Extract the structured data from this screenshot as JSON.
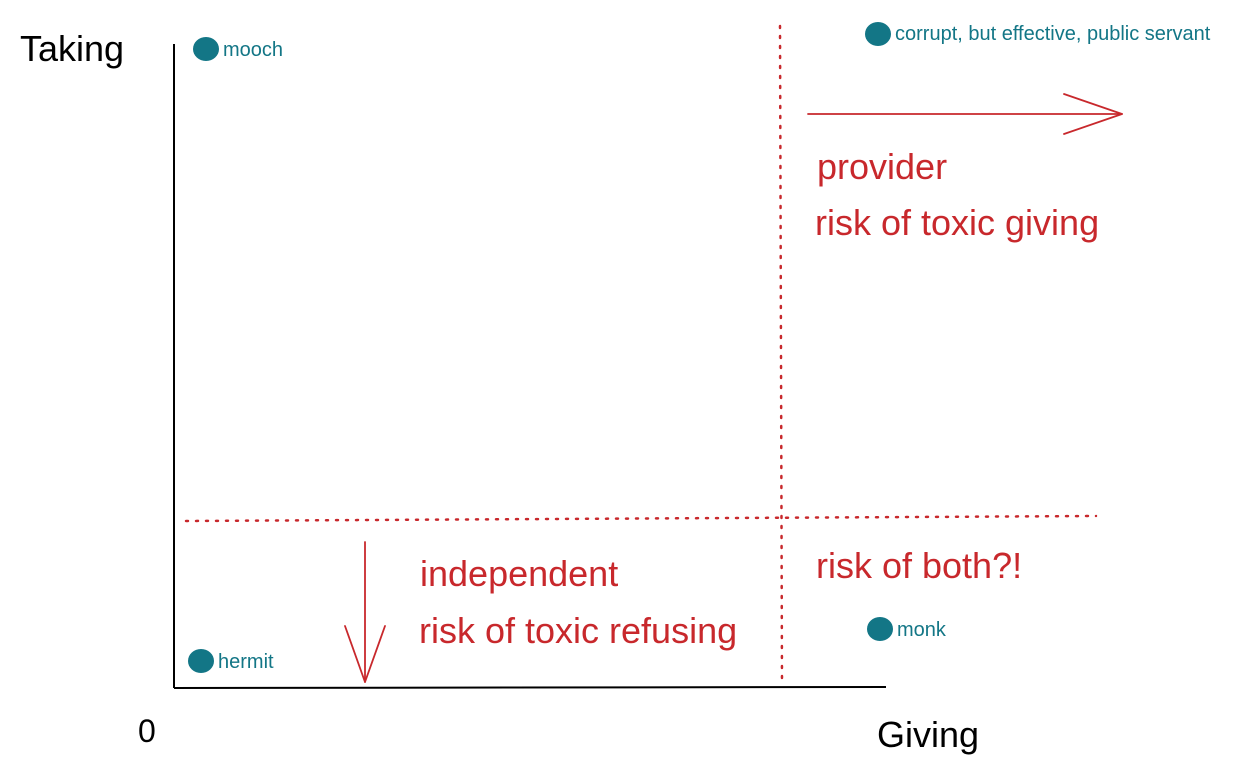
{
  "axes": {
    "y_label": "Taking",
    "x_label": "Giving",
    "origin_label": "0"
  },
  "points": [
    {
      "id": "mooch",
      "label": "mooch"
    },
    {
      "id": "corrupt",
      "label": "corrupt, but effective, public servant"
    },
    {
      "id": "monk",
      "label": "monk"
    },
    {
      "id": "hermit",
      "label": "hermit"
    }
  ],
  "regions": {
    "provider": {
      "title": "provider",
      "risk": "risk of toxic giving"
    },
    "independent": {
      "title": "independent",
      "risk": "risk of toxic refusing"
    },
    "both": {
      "risk": "risk of both?!"
    }
  },
  "colors": {
    "axis": "#000000",
    "annotation": "#c8282c",
    "point": "#137686"
  }
}
